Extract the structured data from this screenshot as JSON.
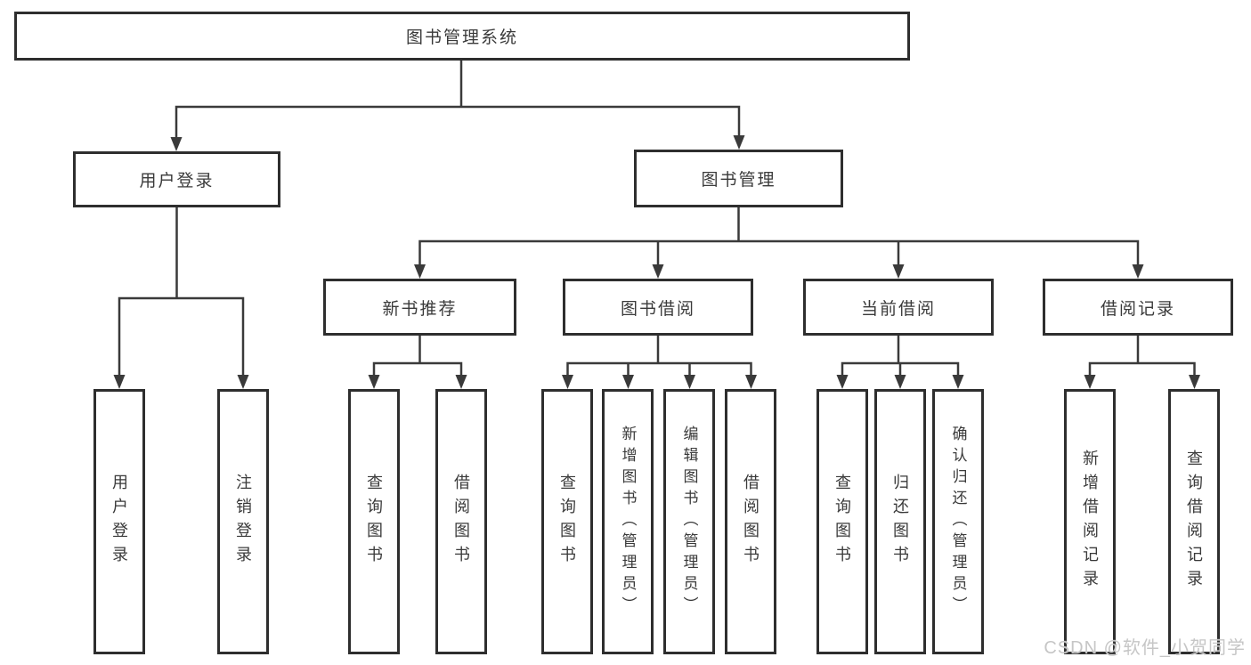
{
  "hierarchy": {
    "label": "图书管理系统",
    "children": [
      {
        "label": "用户登录",
        "children": [
          {
            "label": "用户登录"
          },
          {
            "label": "注销登录"
          }
        ]
      },
      {
        "label": "图书管理",
        "children": [
          {
            "label": "新书推荐",
            "children": [
              {
                "label": "查询图书"
              },
              {
                "label": "借阅图书"
              }
            ]
          },
          {
            "label": "图书借阅",
            "children": [
              {
                "label": "查询图书"
              },
              {
                "label": "新增图书（管理员）"
              },
              {
                "label": "编辑图书（管理员）"
              },
              {
                "label": "借阅图书"
              }
            ]
          },
          {
            "label": "当前借阅",
            "children": [
              {
                "label": "查询图书"
              },
              {
                "label": "归还图书"
              },
              {
                "label": "确认归还（管理员）"
              }
            ]
          },
          {
            "label": "借阅记录",
            "children": [
              {
                "label": "新增借阅记录"
              },
              {
                "label": "查询借阅记录"
              }
            ]
          }
        ]
      }
    ]
  },
  "watermark": {
    "text": "CSDN @软件_小贺同学"
  },
  "colors": {
    "line": "#3a3a3a",
    "box_border": "#2e2e2e",
    "text": "#3a3a3a",
    "watermark": "#c6c6c6",
    "background": "#ffffff"
  }
}
